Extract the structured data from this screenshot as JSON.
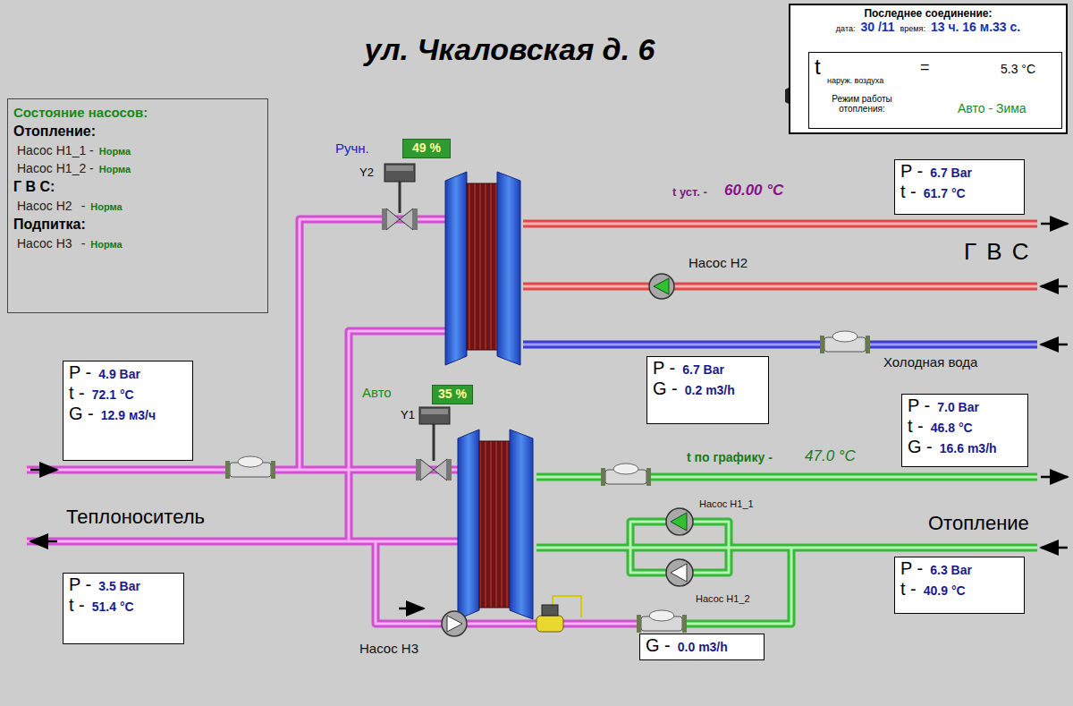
{
  "diagram": {
    "title": "ул. Чкаловская д. 6",
    "nodes": [
      {
        "text": [
          "Последнее соединение:",
          "дата:",
          "30 /11",
          "время:",
          "13 ч. 16 м.33 с."
        ]
      },
      {
        "text": [
          "t",
          "наруж. воздуха",
          "=",
          "5.3 °C",
          "Режим работы отопления:",
          "Авто - Зима"
        ],
        "in": 0
      },
      {
        "text": [
          "Состояние насосов:",
          "Отопление:",
          "Насос Н1_1 -",
          "Норма",
          "Насос Н1_2 -",
          "Норма",
          "Г В С:",
          "Насос Н2",
          "-",
          "Норма",
          "Подпитка:",
          "Насос Н3",
          "-",
          "Норма"
        ]
      },
      {
        "text": [
          "49 %"
        ]
      },
      {
        "text": [
          "P -",
          "6.7 Bar",
          "t -",
          "61.7 °C"
        ]
      },
      {
        "text": [
          "P -",
          "6.7 Bar",
          "G -",
          "0.2 m3/h"
        ]
      },
      {
        "text": [
          "P -",
          "4.9 Bar",
          "t -",
          "72.1 °C",
          "G -",
          "12.9 м3/ч"
        ]
      },
      {
        "text": [
          "35 %"
        ]
      },
      {
        "text": [
          "P -",
          "7.0 Bar",
          "t -",
          "46.8 °C",
          "G -",
          "16.6 m3/h"
        ]
      },
      {
        "text": [
          "P -",
          "6.3 Bar",
          "t -",
          "40.9 °C"
        ]
      },
      {
        "text": [
          "P -",
          "3.5 Bar",
          "t -",
          "51.4 °C"
        ]
      },
      {
        "text": [
          "G -",
          "0.0 m3/h"
        ]
      }
    ],
    "labels": [
      "Ручн.",
      "Y2",
      "t уст. -",
      "60.00 °C",
      "Насос Н2",
      "Г В С",
      "Холодная вода",
      "Авто",
      "Y1",
      "t по графику -",
      "47.0 °C",
      "Теплоноситель",
      "Насос Н1_1",
      "Отопление",
      "Насос Н1_2",
      "Насос Н3"
    ]
  }
}
